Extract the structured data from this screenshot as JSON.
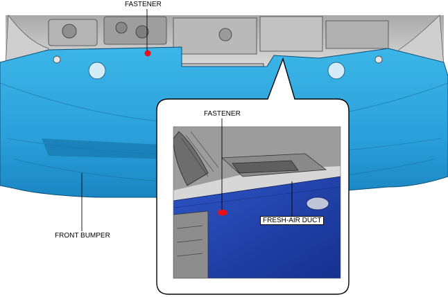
{
  "labels": {
    "fastener_main": "FASTENER",
    "fastener_detail": "FASTENER",
    "fresh_air_duct": "FRESH-AIR DUCT",
    "front_bumper": "FRONT BUMPER"
  },
  "colors": {
    "bumper_blue": "#2aa7de",
    "bumper_blue_dark": "#1279b0",
    "detail_blue": "#1f3fa8",
    "fastener_red": "#e8101a",
    "engine_gray": "#bfbfbf"
  }
}
